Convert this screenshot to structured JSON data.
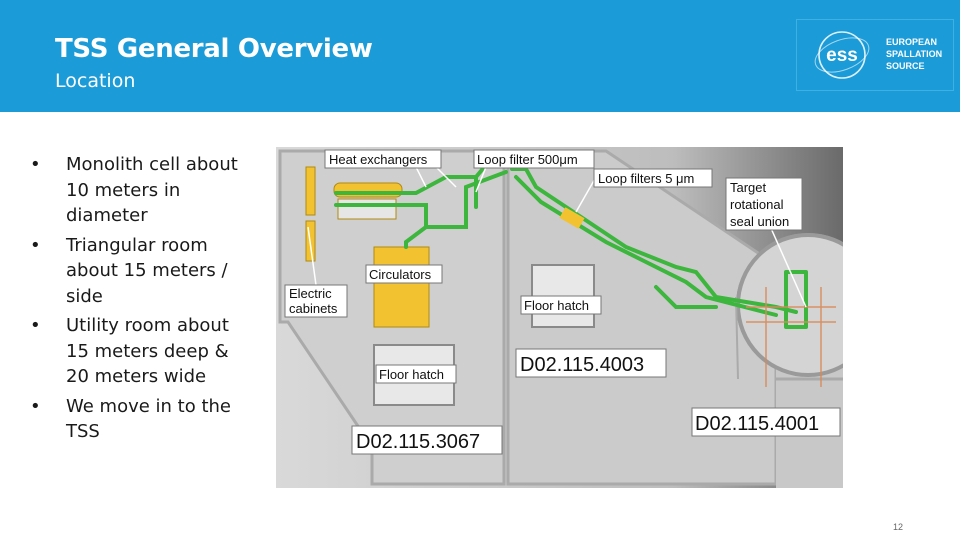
{
  "header": {
    "title": "TSS General Overview",
    "subtitle": "Location",
    "color": "#1b9bd7"
  },
  "logo": {
    "mark": "ess",
    "lines": [
      "EUROPEAN",
      "SPALLATION",
      "SOURCE"
    ]
  },
  "bullets": [
    "Monolith cell about 10 meters in diameter",
    "Triangular room about 15 meters / side",
    "Utility room about 15 meters deep & 20 meters wide",
    "We move in to the TSS"
  ],
  "diagram": {
    "labels": {
      "heat_exchangers": "Heat exchangers",
      "loop_filter_500": "Loop filter 500μm",
      "loop_filters_5": "Loop filters 5 μm",
      "target_line1": "Target",
      "target_line2": "rotational",
      "target_line3": "seal union",
      "circulators": "Circulators",
      "electric_line1": "Electric",
      "electric_line2": "cabinets",
      "floor_hatch_right": "Floor hatch",
      "floor_hatch_left": "Floor hatch"
    },
    "room_ids": {
      "triangle": "D02.115.4003",
      "monolith": "D02.115.4001",
      "utility": "D02.115.3067"
    },
    "colors": {
      "pipe": "#3cb63c",
      "equipment": "#f2c230",
      "wall": "#cfcfcf"
    }
  },
  "page_number": "12"
}
